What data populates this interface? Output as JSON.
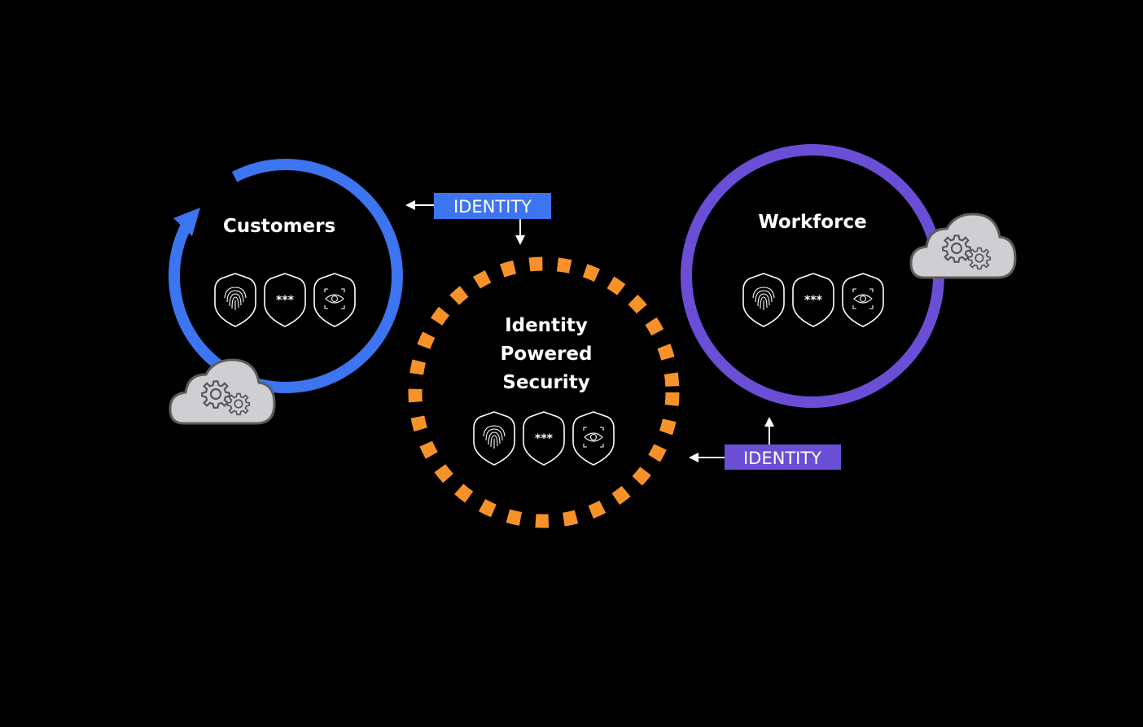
{
  "colors": {
    "background": "#000000",
    "customers_ring": "#3d74f0",
    "workforce_ring": "#6a4ed6",
    "security_ring": "#f7922a",
    "identity_tag_blue": "#3d74f0",
    "identity_tag_purple": "#6a4ed6",
    "cloud_fill": "#cfcfd2"
  },
  "nodes": {
    "customers": {
      "title": "Customers",
      "icons": [
        "fingerprint-shield-icon",
        "password-shield-icon",
        "eye-scan-shield-icon"
      ],
      "password_mask": "***"
    },
    "workforce": {
      "title": "Workforce",
      "icons": [
        "fingerprint-shield-icon",
        "password-shield-icon",
        "eye-scan-shield-icon"
      ],
      "password_mask": "***"
    },
    "security": {
      "title_lines": [
        "Identity",
        "Powered",
        "Security"
      ],
      "icons": [
        "fingerprint-shield-icon",
        "password-shield-icon",
        "eye-scan-shield-icon"
      ],
      "password_mask": "***"
    }
  },
  "connectors": {
    "customers_to_security": {
      "label": "IDENTITY"
    },
    "workforce_to_security": {
      "label": "IDENTITY"
    }
  },
  "icons": [
    "cloud-gear-icon",
    "arrow-left-icon",
    "arrow-down-icon",
    "arrow-up-icon",
    "refresh-arrow-icon"
  ]
}
